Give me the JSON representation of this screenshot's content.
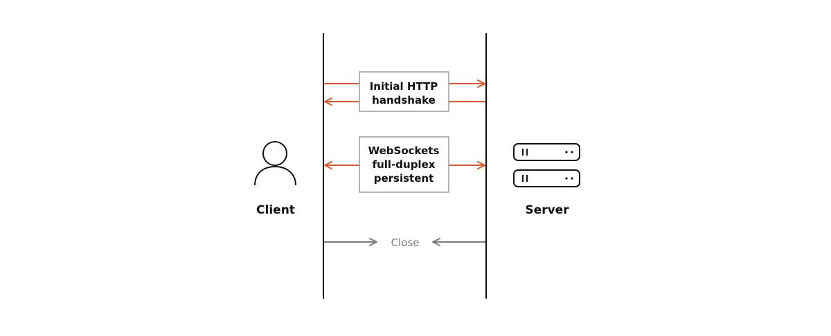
{
  "client": {
    "label": "Client",
    "icon": "person-icon"
  },
  "server": {
    "label": "Server",
    "icon": "server-rack-icon"
  },
  "handshake": {
    "line1": "Initial HTTP",
    "line2": "handshake"
  },
  "websockets": {
    "line1": "WebSockets",
    "line2": "full-duplex",
    "line3": "persistent"
  },
  "close": {
    "label": "Close"
  },
  "colors": {
    "accent": "#e8542b",
    "line": "#111111",
    "muted": "#7a7a7a",
    "box_border": "#9a9a9a"
  }
}
